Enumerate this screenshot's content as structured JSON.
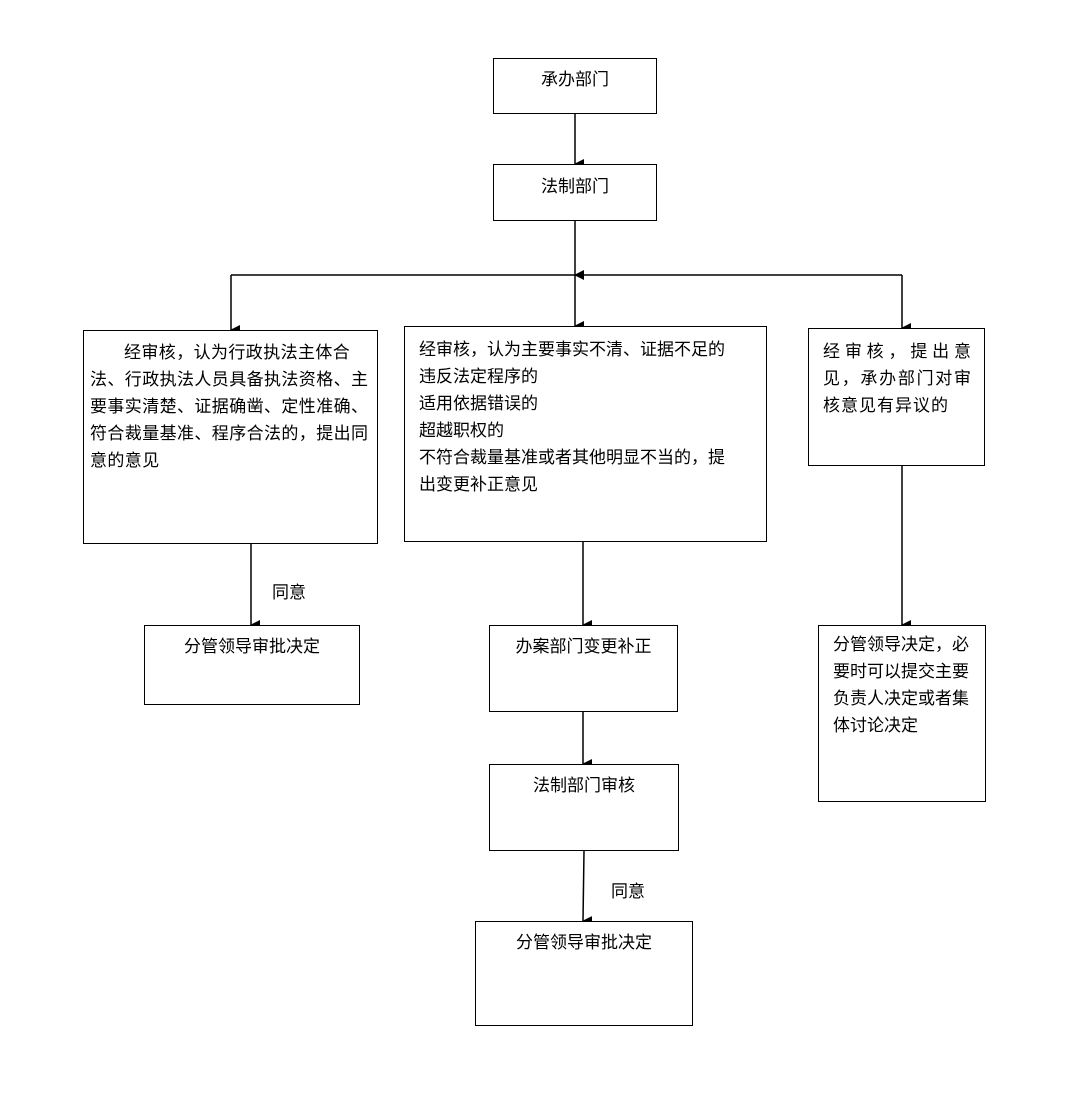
{
  "nodes": {
    "chengban": "承办部门",
    "fazhi": "法制部门",
    "left_review": "经审核，认为行政执法主体合法、行政执法人员具备执法资格、主要事实清楚、证据确凿、定性准确、符合裁量基准、程序合法的，提出同意的意见",
    "middle_review_lines": [
      "经审核，认为主要事实不清、证据不足的",
      "违反法定程序的",
      "适用依据错误的",
      "超越职权的",
      "不符合裁量基准或者其他明显不当的，提",
      "出变更补正意见"
    ],
    "right_review": "经审核，提出意见，承办部门对审核意见有异议的",
    "left_decision": "分管领导审批决定",
    "middle_correct": "办案部门变更补正",
    "middle_fazhi_review": "法制部门审核",
    "middle_decision": "分管领导审批决定",
    "right_decision": "分管领导决定，必要时可以提交主要负责人决定或者集体讨论决定"
  },
  "edge_labels": {
    "left_agree": "同意",
    "middle_agree": "同意"
  }
}
